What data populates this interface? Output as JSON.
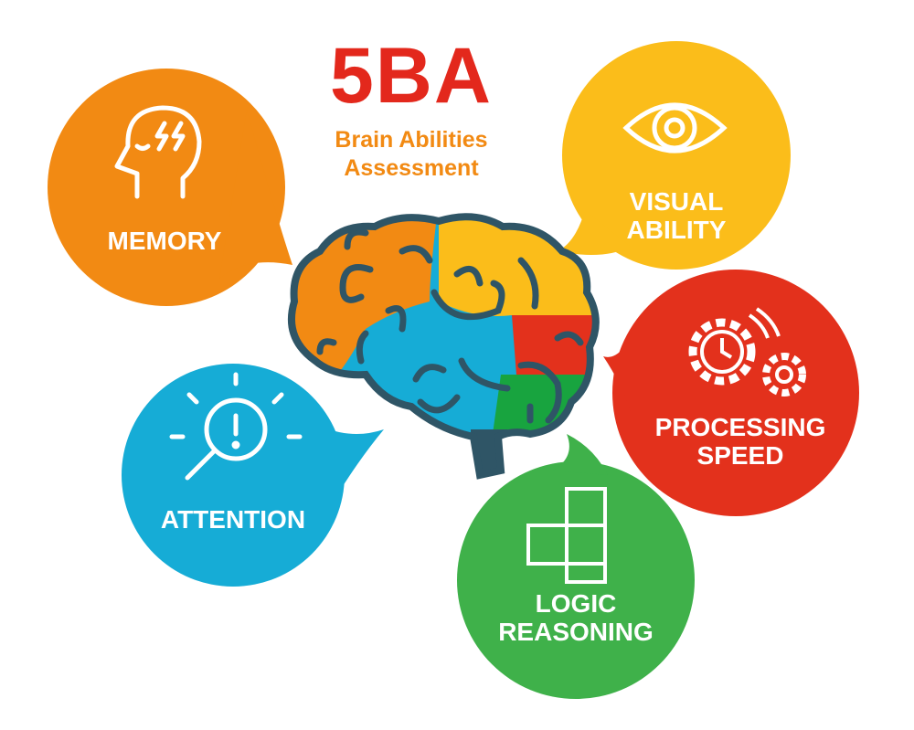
{
  "title": "5BA",
  "subtitle": "Brain Abilities\nAssessment",
  "abilities": [
    {
      "label": "MEMORY",
      "icon": "head-lightning-icon",
      "color": "#f28a13"
    },
    {
      "label": "VISUAL\nABILITY",
      "icon": "eye-icon",
      "color": "#fbbd1a"
    },
    {
      "label": "PROCESSING\nSPEED",
      "icon": "gears-clock-icon",
      "color": "#e3311c"
    },
    {
      "label": "LOGIC\nREASONING",
      "icon": "puzzle-icon",
      "color": "#3fb14a"
    },
    {
      "label": "ATTENTION",
      "icon": "magnifier-alert-icon",
      "color": "#16acd6"
    }
  ]
}
